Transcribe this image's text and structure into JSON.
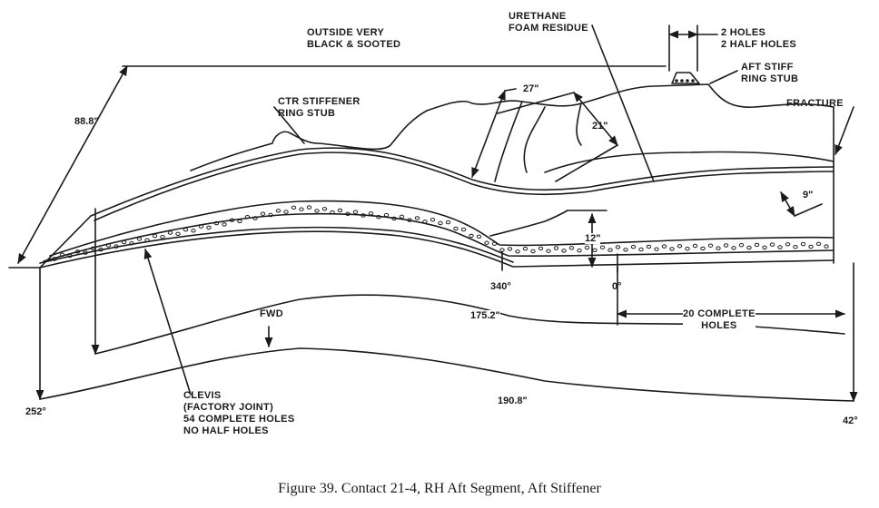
{
  "labels": {
    "outside": [
      "OUTSIDE VERY",
      "BLACK & SOOTED"
    ],
    "urethane": [
      "URETHANE",
      "FOAM RESIDUE"
    ],
    "holes": [
      "2 HOLES",
      "2 HALF HOLES"
    ],
    "aft_stiff": [
      "AFT STIFF",
      "RING STUB"
    ],
    "ctr_stiffener": [
      "CTR STIFFENER",
      "RING STUB"
    ],
    "fracture": "FRACTURE",
    "fwd": "FWD",
    "clevis": [
      "CLEVIS",
      "(FACTORY JOINT)",
      "54 COMPLETE HOLES",
      "NO HALF HOLES"
    ],
    "complete_holes": [
      "20 COMPLETE",
      "HOLES"
    ]
  },
  "dimensions": {
    "d_88_8": "88.8\"",
    "d_27": "27\"",
    "d_21": "21\"",
    "d_9": "9\"",
    "d_12": "12\"",
    "d_175_2": "175.2\"",
    "d_190_8": "190.8\""
  },
  "angles": {
    "a_340": "340°",
    "a_0": "0°",
    "a_252": "252°",
    "a_42": "42°"
  },
  "caption": "Figure 39. Contact 21-4, RH Aft Segment, Aft Stiffener",
  "colors": {
    "ink": "#1a1a1a",
    "paper": "#ffffff"
  }
}
